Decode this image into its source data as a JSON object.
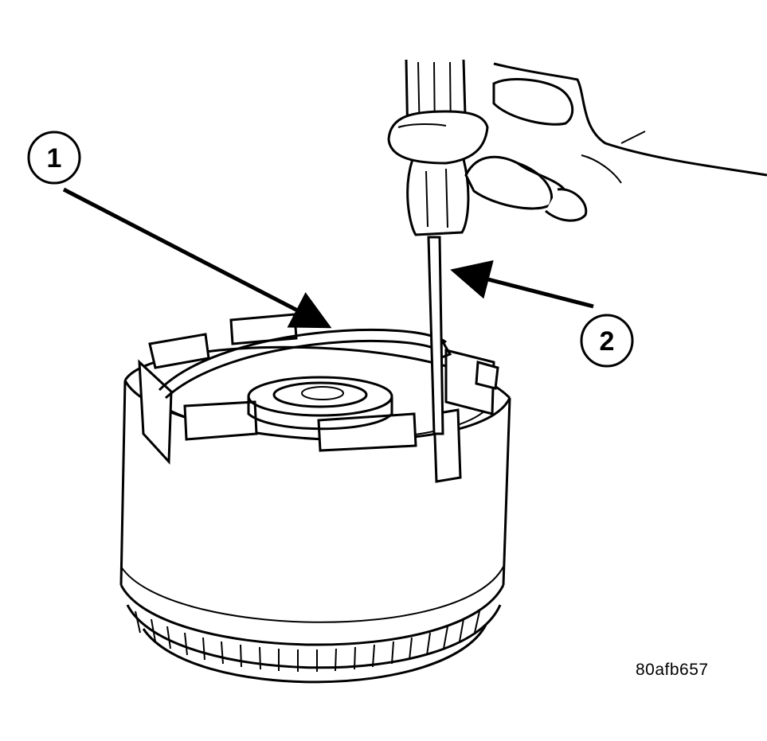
{
  "figure": {
    "code": "80afb657"
  },
  "callouts": [
    {
      "number": "1"
    },
    {
      "number": "2"
    }
  ],
  "colors": {
    "line": "#000000",
    "background": "#ffffff"
  }
}
